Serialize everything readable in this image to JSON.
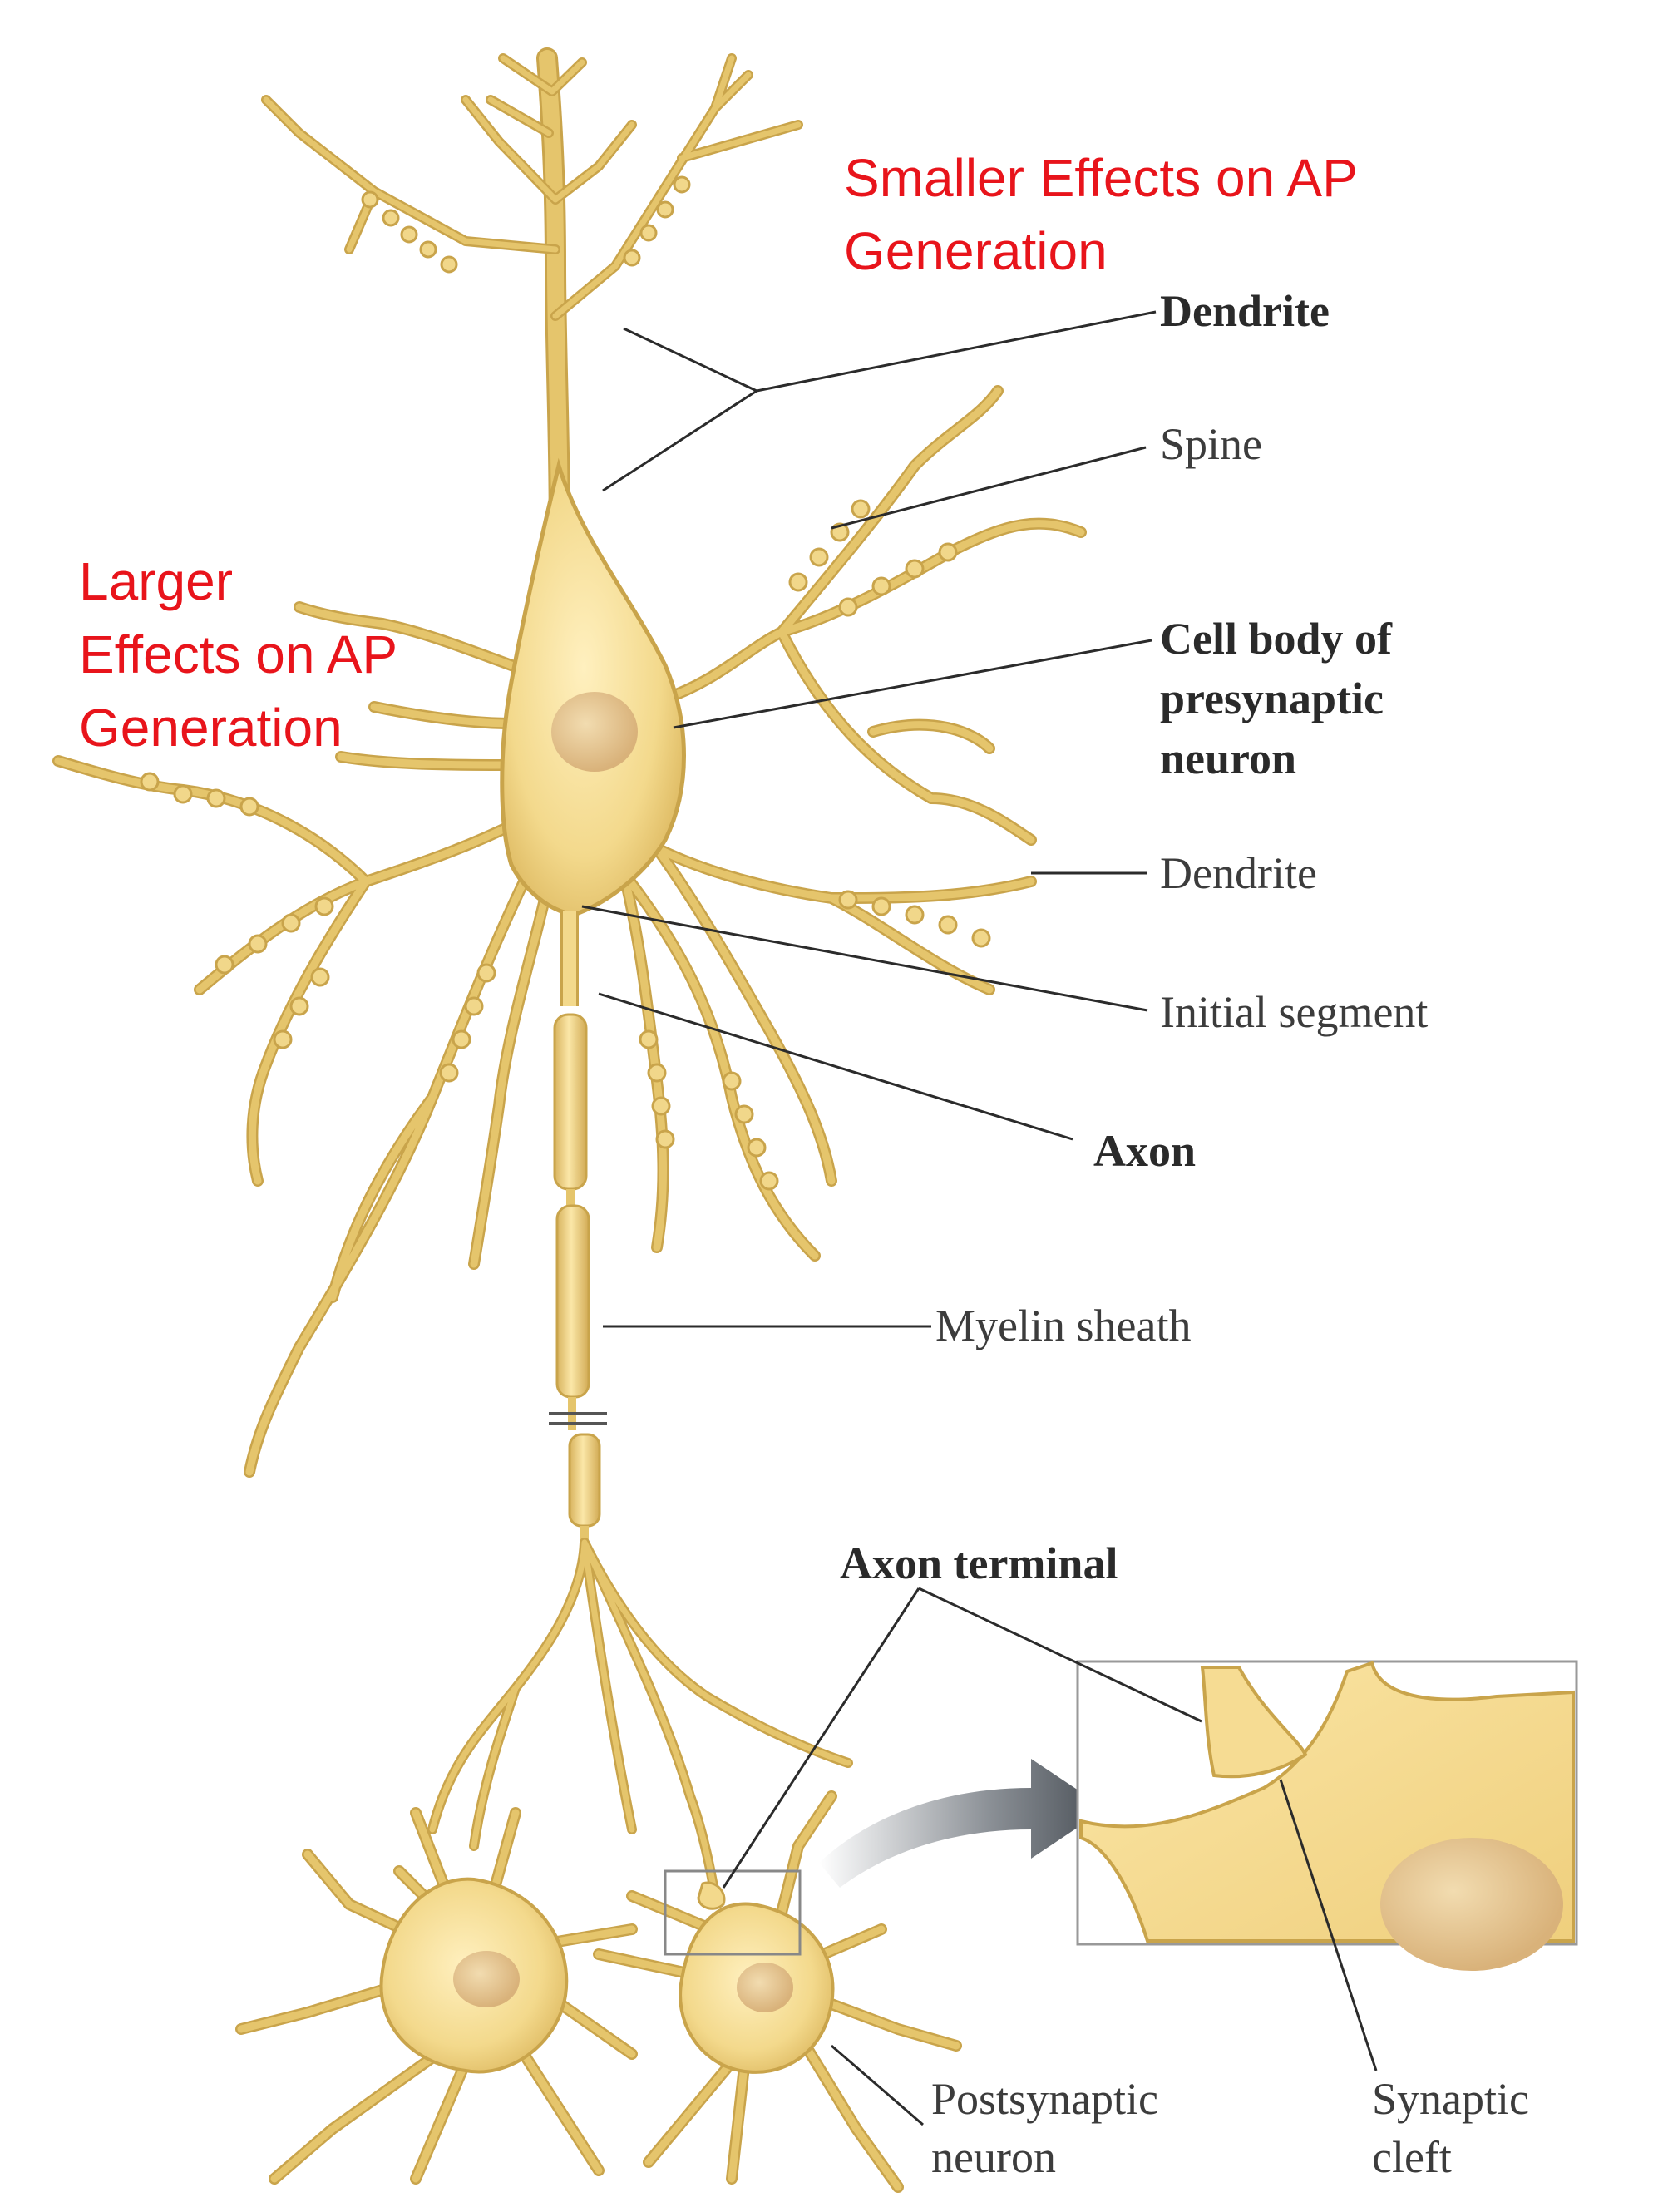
{
  "annotations": {
    "smaller": "Smaller Effects on AP\nGeneration",
    "larger": "Larger\nEffects on AP\nGeneration"
  },
  "labels": {
    "dendrite_top": "Dendrite",
    "spine": "Spine",
    "cell_body_line1": "Cell body of",
    "cell_body_line2": "presynaptic",
    "cell_body_line3": "neuron",
    "dendrite_mid": "Dendrite",
    "initial_segment": "Initial segment",
    "axon": "Axon",
    "myelin_sheath": "Myelin sheath",
    "axon_terminal": "Axon terminal",
    "postsynaptic_line1": "Postsynaptic",
    "postsynaptic_line2": "neuron",
    "synaptic_cleft_line1": "Synaptic",
    "synaptic_cleft_line2": "cleft"
  },
  "colors": {
    "annotation": "#e8141b",
    "neuron_fill": "#f3d98c",
    "neuron_edge": "#c9a44b",
    "nucleus": "#e2c184",
    "leader_line": "#2b2b2b"
  }
}
